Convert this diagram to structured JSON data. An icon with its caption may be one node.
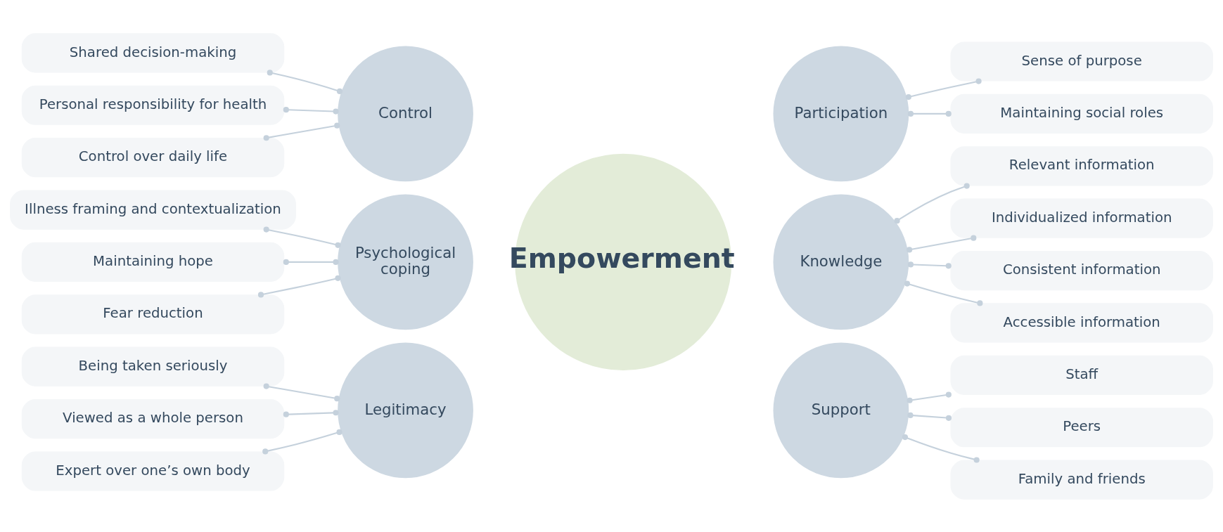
{
  "diagram": {
    "nodes": [
      {
        "text": [
          "Shared decision-making"
        ]
      },
      {
        "text": [
          "Personal responsibility for health"
        ]
      },
      {
        "text": [
          "Control over daily life"
        ]
      },
      {
        "text": [
          "Control"
        ]
      },
      {
        "text": [
          "Participation"
        ]
      },
      {
        "text": [
          "Sense of purpose"
        ]
      },
      {
        "text": [
          "Maintaining social roles"
        ]
      },
      {
        "text": [
          "Relevant information"
        ]
      },
      {
        "text": [
          "Individualized information"
        ]
      },
      {
        "text": [
          "Illness framing and contextualization"
        ]
      },
      {
        "text": [
          "Maintaining hope"
        ]
      },
      {
        "text": [
          "Fear reduction"
        ]
      },
      {
        "text": [
          "Psychological coping"
        ]
      },
      {
        "text": [
          "Empowerment"
        ]
      },
      {
        "text": [
          "Knowledge"
        ]
      },
      {
        "text": [
          "Consistent information"
        ]
      },
      {
        "text": [
          "Accessible information"
        ]
      },
      {
        "text": [
          "Being taken seriously"
        ]
      },
      {
        "text": [
          "Viewed as a whole person"
        ]
      },
      {
        "text": [
          "Expert over one’s own body"
        ]
      },
      {
        "text": [
          "Legitimacy"
        ]
      },
      {
        "text": [
          "Support"
        ]
      },
      {
        "text": [
          "Staff"
        ]
      },
      {
        "text": [
          "Peers"
        ]
      },
      {
        "text": [
          "Family and friends"
        ]
      }
    ],
    "edges": [
      {
        "from": 0,
        "to": 3,
        "arrow": "other"
      },
      {
        "from": 1,
        "to": 3,
        "arrow": "other"
      },
      {
        "from": 2,
        "to": 3,
        "arrow": "other"
      },
      {
        "from": 4,
        "to": 5,
        "arrow": "other"
      },
      {
        "from": 4,
        "to": 6,
        "arrow": "other"
      },
      {
        "from": 14,
        "to": 7,
        "arrow": "other"
      },
      {
        "from": 14,
        "to": 8,
        "arrow": "other"
      },
      {
        "from": 9,
        "to": 12,
        "arrow": "other"
      },
      {
        "from": 10,
        "to": 12,
        "arrow": "other"
      },
      {
        "from": 11,
        "to": 12,
        "arrow": "other"
      },
      {
        "from": 14,
        "to": 15,
        "arrow": "other"
      },
      {
        "from": 14,
        "to": 16,
        "arrow": "other"
      },
      {
        "from": 17,
        "to": 20,
        "arrow": "other"
      },
      {
        "from": 18,
        "to": 20,
        "arrow": "other"
      },
      {
        "from": 19,
        "to": 20,
        "arrow": "other"
      },
      {
        "from": 21,
        "to": 22,
        "arrow": "other"
      },
      {
        "from": 21,
        "to": 23,
        "arrow": "other"
      },
      {
        "from": 21,
        "to": 24,
        "arrow": "other"
      }
    ]
  }
}
